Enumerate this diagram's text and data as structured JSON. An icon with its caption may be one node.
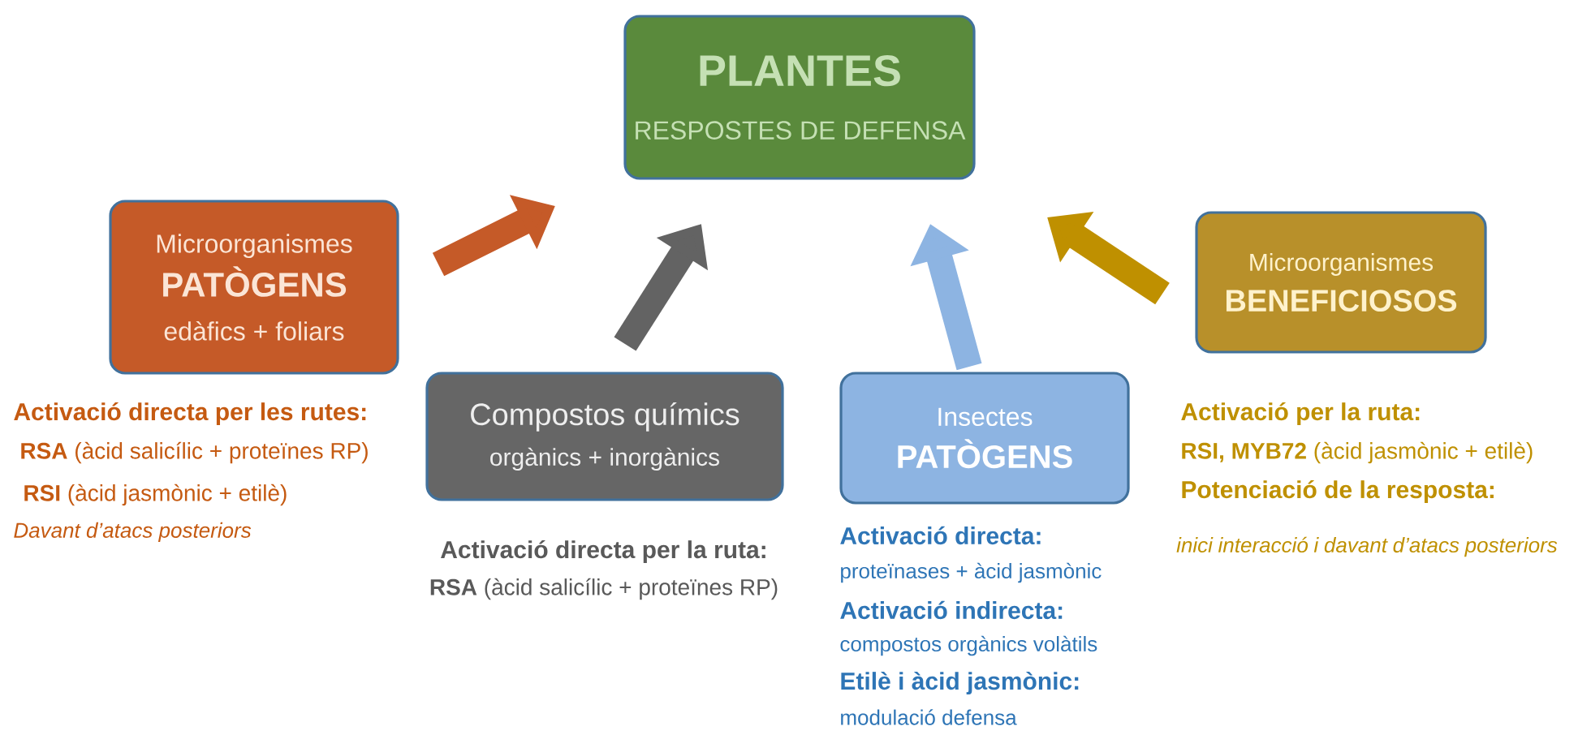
{
  "diagram": {
    "nodes": [
      {
        "text": [
          "PLANTES",
          "RESPOSTES DE DEFENSA"
        ]
      },
      {
        "text": [
          "Microorganismes",
          "PATÒGENS",
          "edàfics + foliars"
        ],
        "beside": [
          "Activació directa per les rutes:",
          "**RSA** (àcid salicílic + proteïnes RP)",
          "**RSI** (àcid jasmònic + etilè)",
          "Davant d’atacs posteriors"
        ]
      },
      {
        "text": [
          "Compostos químics",
          "orgànics + inorgànics"
        ],
        "beside": [
          "Activació directa per la ruta:",
          "**RSA** (àcid salicílic + proteïnes RP)"
        ]
      },
      {
        "text": [
          "Insectes",
          "PATÒGENS"
        ],
        "beside": [
          "Activació directa:",
          "proteïnases + àcid jasmònic",
          "Activació indirecta:",
          "compostos orgànics volàtils",
          "Etilè i àcid jasmònic:",
          "modulació defensa"
        ]
      },
      {
        "text": [
          "Microorganismes",
          "BENEFICIOSOS"
        ],
        "beside": [
          "Activació per la ruta:",
          "**RSI, MYB72** (àcid jasmònic + etilè)",
          "Potenciació de la resposta:",
          "inici interacció i davant d’atacs posteriors"
        ]
      }
    ],
    "edges": [
      {
        "from": 1,
        "to": 0,
        "arrow": "to",
        "color": "#c55a28"
      },
      {
        "from": 2,
        "to": 0,
        "arrow": "to",
        "color": "#636363"
      },
      {
        "from": 3,
        "to": 0,
        "arrow": "to",
        "color": "#8db4e2"
      },
      {
        "from": 4,
        "to": 0,
        "arrow": "to",
        "color": "#bf9000"
      }
    ]
  }
}
